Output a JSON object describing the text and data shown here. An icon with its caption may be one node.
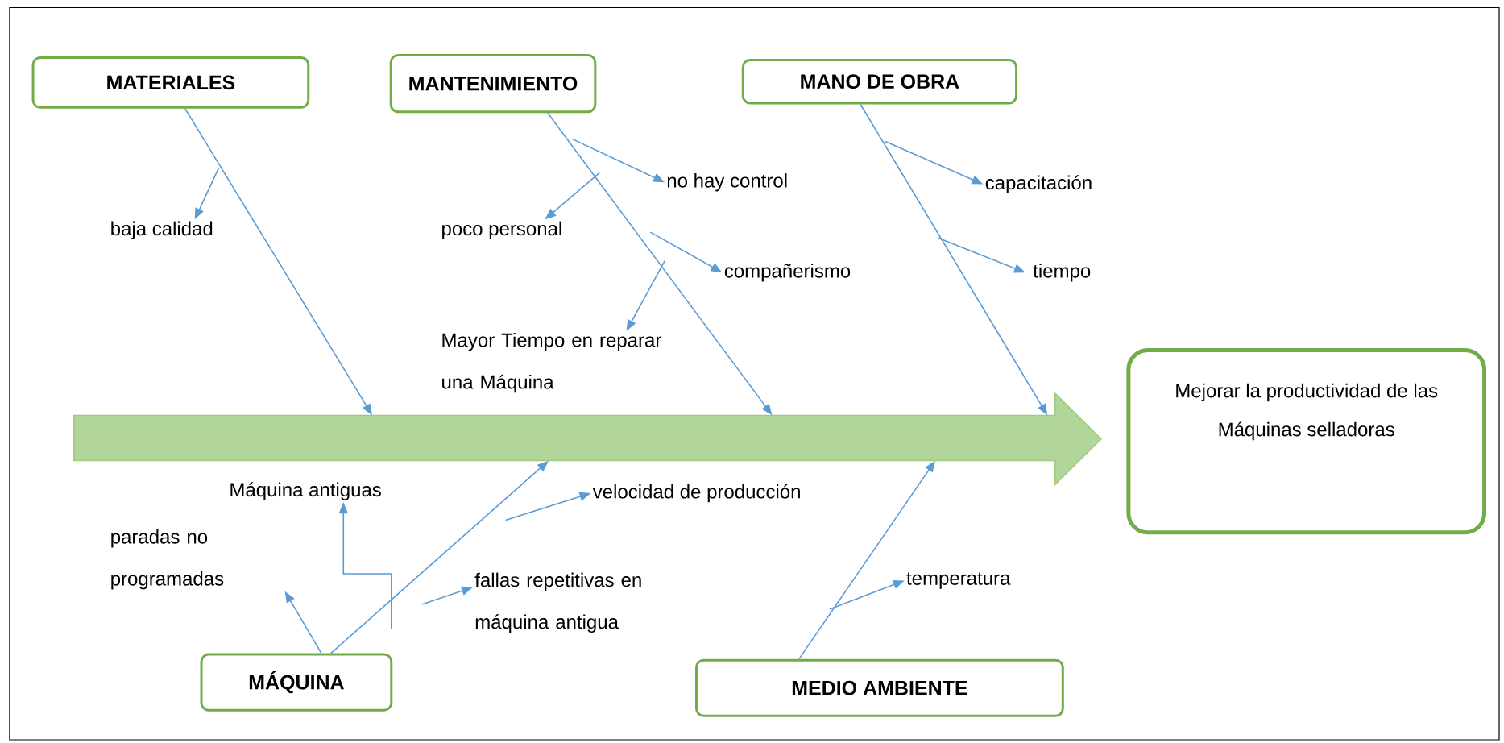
{
  "diagram": {
    "nodes": [
      {
        "text": [
          "MATERIALES"
        ]
      },
      {
        "text": [
          "MANTENIMIENTO"
        ]
      },
      {
        "text": [
          "MANO DE OBRA"
        ]
      },
      {
        "text": [],
        "shape": "arrow"
      },
      {
        "text": [
          "Mejorar la productividad de las Máquinas selladoras"
        ]
      },
      {
        "text": [
          "baja calidad"
        ]
      },
      {
        "text": [
          "no hay control"
        ]
      },
      {
        "text": [
          "poco personal"
        ]
      },
      {
        "text": [
          "compañerismo"
        ]
      },
      {
        "text": [
          "Mayor Tiempo en reparar una Máquina"
        ]
      },
      {
        "text": [
          "capacitación"
        ]
      },
      {
        "text": [
          "tiempo"
        ]
      },
      {
        "text": [
          "Máquina antiguas"
        ]
      },
      {
        "text": [
          "velocidad de producción"
        ]
      },
      {
        "text": [
          "paradas no programadas"
        ]
      },
      {
        "text": [
          "fallas repetitivas en máquina antigua"
        ]
      },
      {
        "text": [
          "temperatura"
        ]
      },
      {
        "text": [
          "MÁQUINA"
        ]
      },
      {
        "text": [
          "MEDIO AMBIENTE"
        ]
      }
    ],
    "edges": [
      {
        "from": 0,
        "to": 3,
        "arrow": "to"
      },
      {
        "from": 1,
        "to": 3,
        "arrow": "to"
      },
      {
        "from": 2,
        "to": 3,
        "arrow": "to"
      },
      {
        "from": 17,
        "to": 3,
        "arrow": "to"
      },
      {
        "from": 18,
        "to": 3,
        "arrow": "to"
      },
      {
        "from": null,
        "to": 5,
        "arrow": "to"
      },
      {
        "from": null,
        "to": 6,
        "arrow": "to"
      },
      {
        "from": null,
        "to": 7,
        "arrow": "to"
      },
      {
        "from": null,
        "to": 8,
        "arrow": "to"
      },
      {
        "from": null,
        "to": 9,
        "arrow": "to"
      },
      {
        "from": null,
        "to": 10,
        "arrow": "to"
      },
      {
        "from": null,
        "to": 11,
        "arrow": "to"
      },
      {
        "from": null,
        "to": 12,
        "arrow": "to"
      },
      {
        "from": null,
        "to": 13,
        "arrow": "to"
      },
      {
        "from": 17,
        "to": 14,
        "arrow": "to"
      },
      {
        "from": null,
        "to": 15,
        "arrow": "to"
      },
      {
        "from": null,
        "to": 16,
        "arrow": "to"
      }
    ]
  }
}
